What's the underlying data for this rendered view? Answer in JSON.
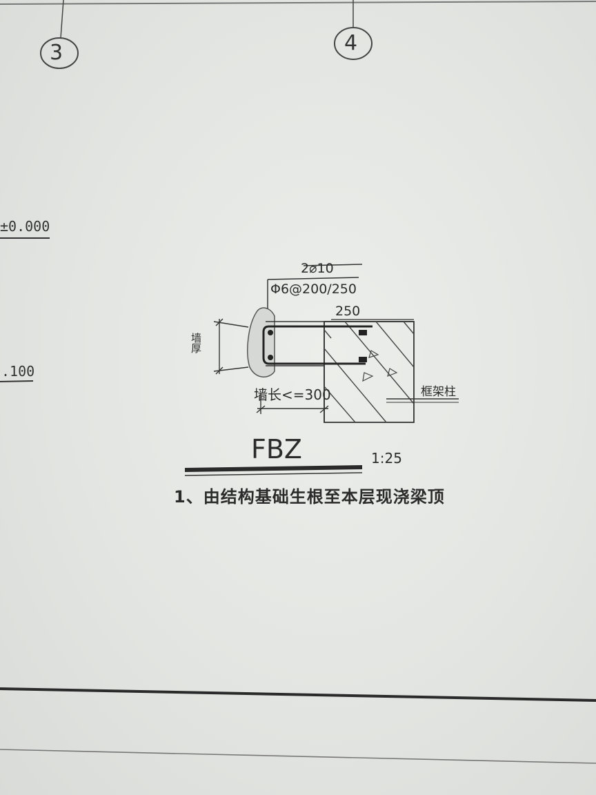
{
  "grid_axes": [
    {
      "label": "3"
    },
    {
      "label": "4"
    }
  ],
  "levels": {
    "upper": "±0.000",
    "lower": ".100"
  },
  "detail": {
    "rebar_top": "2⌀10",
    "stirrup": "Φ6@200/250",
    "dim_250": "250",
    "wall_thickness_label": "墙厚",
    "wall_length_label": "墙长<=300",
    "frame_column_label": "框架柱",
    "title": "FBZ",
    "scale": "1:25",
    "note": "1、由结构基础生根至本层现浇梁顶"
  },
  "colors": {
    "paper": "#e6e8e5",
    "ink": "#2b2b2b"
  }
}
